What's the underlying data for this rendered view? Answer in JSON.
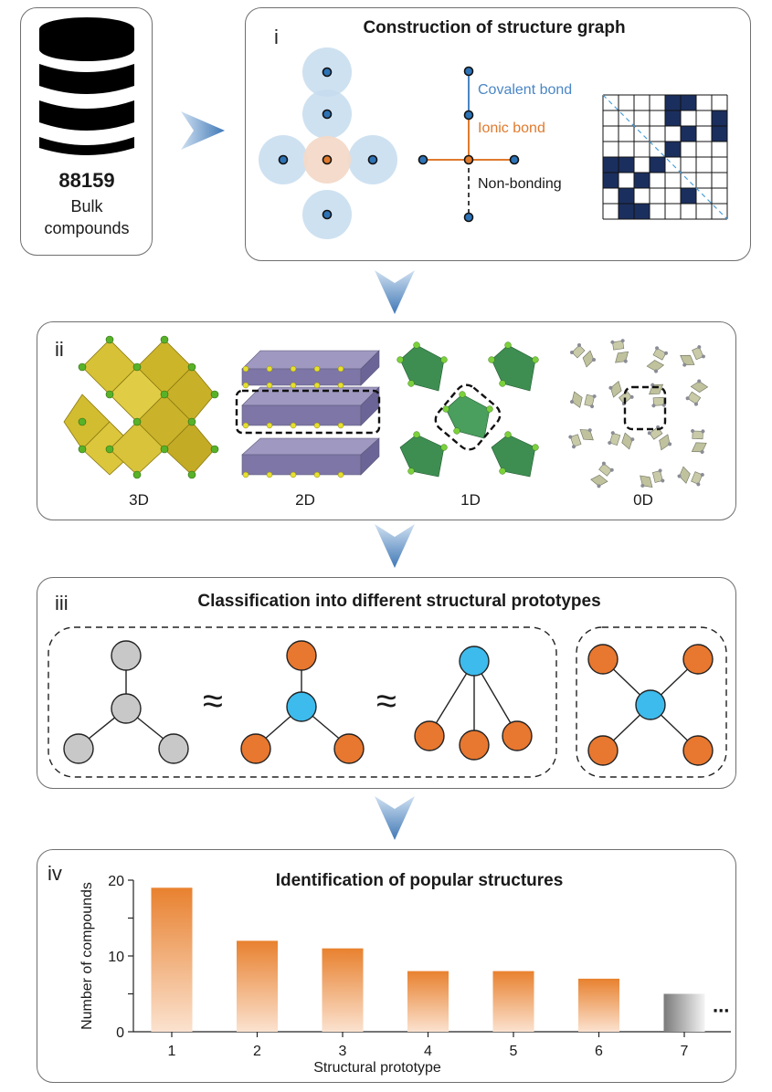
{
  "db": {
    "count": "88159",
    "label_line1": "Bulk",
    "label_line2": "compounds"
  },
  "panel_i": {
    "roman": "i",
    "title": "Construction of structure graph",
    "legend": {
      "covalent": "Covalent bond",
      "ionic": "Ionic bond",
      "nonbonding": "Non-bonding"
    }
  },
  "panel_ii": {
    "roman": "ii",
    "labels": [
      "3D",
      "2D",
      "1D",
      "0D"
    ]
  },
  "panel_iii": {
    "roman": "iii",
    "title": "Classification into different structural prototypes",
    "approx": "≈"
  },
  "panel_iv": {
    "roman": "iv"
  },
  "colors": {
    "covalent": "#4a86c5",
    "ionic": "#e07a2e",
    "matrix": "#1b2f5e",
    "node_gray": "#c8c8c8",
    "node_orange": "#e8772f",
    "node_blue": "#3dbbec",
    "arrow": "#5b8ec4",
    "bar_top": "#e8812f",
    "bar_bottom": "#fbe2cf"
  },
  "chart_data": {
    "type": "bar",
    "title": "Identification of popular structures",
    "xlabel": "Structural prototype",
    "ylabel": "Number of compounds",
    "categories": [
      "1",
      "2",
      "3",
      "4",
      "5",
      "6",
      "7"
    ],
    "values": [
      19,
      12,
      11,
      8,
      8,
      7,
      5
    ],
    "ylim": [
      0,
      20
    ],
    "yticks": [
      0,
      10,
      20
    ],
    "continuation": "..."
  }
}
